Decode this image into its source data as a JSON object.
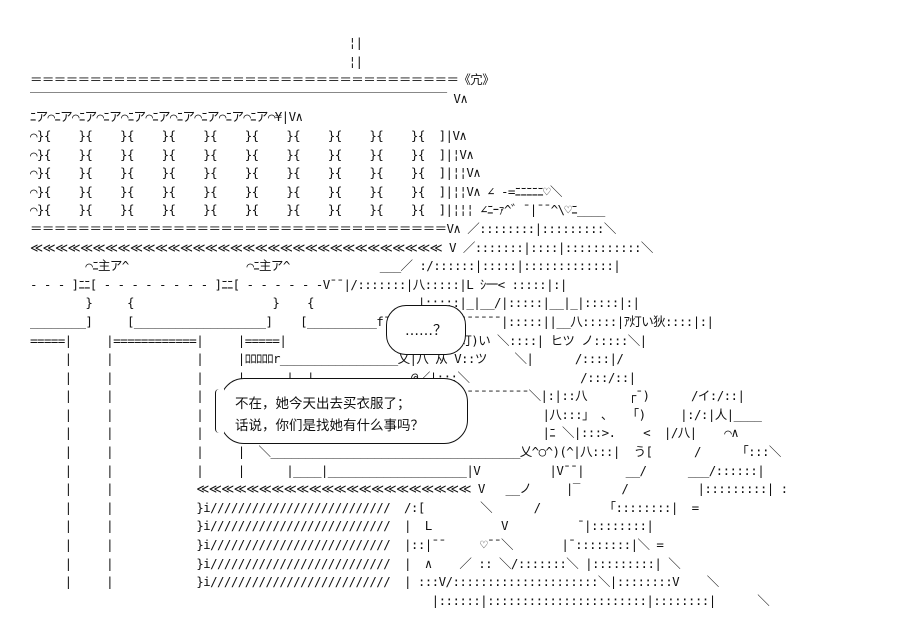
{
  "art": {
    "lines": [
      "                                              ¦|",
      "                                              ¦|",
      "＝＝＝＝＝＝＝＝＝＝＝＝＝＝＝＝＝＝＝＝＝＝＝＝＝＝＝＝＝＝＝＝＝＝＝＝《宂》",
      "￣￣￣￣￣￣￣￣￣￣￣￣￣￣￣￣￣￣￣￣￣￣￣￣￣￣￣￣￣￣￣￣￣￣￣ V∧",
      "ﾆア⌒ﾆア⌒ﾆア⌒ﾆア⌒ﾆア⌒ﾆア⌒ﾆア⌒ﾆア⌒ﾆア⌒ﾆア⌒¥|V∧",
      "⌒}{    }{    }{    }{    }{    }{    }{    }{    }{    }{  ]|V∧",
      "⌒}{    }{    }{    }{    }{    }{    }{    }{    }{    }{  ]|¦V∧",
      "⌒}{    }{    }{    }{    }{    }{    }{    }{    }{    }{  ]|¦¦V∧",
      "⌒}{    }{    }{    }{    }{    }{    }{    }{    }{    }{  ]|¦¦V∧ ∠ -=ﾆﾆﾆﾆﾆ♡＼",
      "⌒}{    }{    }{    }{    }{    }{    }{    }{    }{    }{  ]|¦¦¦ ∠ﾆｰｧ^゛¯|¯¯^\\♡ﾆ____",
      "＝＝＝＝＝＝＝＝＝＝＝＝＝＝＝＝＝＝＝＝＝＝＝＝＝＝＝＝＝＝＝＝＝＝＝V∧ ／::::::::|:::::::::＼",
      "≪≪≪≪≪≪≪≪≪≪≪≪≪≪≪≪≪≪≪≪≪≪≪≪≪≪≪≪≪≪≪≪≪ V ／:::::::|::::|:::::::::::＼",
      "        ⌒ﾆ主ア^                 ⌒ﾆ主ア^             ___／ :/::::::|:::::|:::::::::::::|",
      "- - - ]ﾆﾆ[ - - - - - - - - ]ﾆﾆ[ - - - - - -V¯¯|/:::::::|八:::::|L ｼ一< :::::|:|",
      "        }     {                    }    {               |:::::|_|__/|:::::|__|_|:::::|:|",
      "________]     [___________________]    [__________f¯¯¯¯¯¯¯¯¯¯¯¯¯¯¯¯¯|:::::||__八:::::|ｱ灯い狄::::|:|",
      "=====|     |============|     |=====|                 |::|::::灯)い ＼::::| ヒツ ノ:::::＼|",
      "     |     |            |     |ﾛﾛﾛﾛﾛr_________________乂|八 从 V::ツ    ＼|      /::::|/",
      "     |     |            |     |      |__|              @／|:::＼                /:::/::|",
      "     |     |            |     |  f¯¯¯¯¯¯¯¯¯¯¯¯¯¯¯¯¯¯¯¯¯¯¯¯¯¯¯¯¯¯¯¯¯¯¯¯¯¯＼|:|::八      ┌¯)      /イ:/::|",
      "     |     |            |     |                                           |八:::」 、  「)     |:/:|人|____",
      "     |     |            |     |                                           |ﾆ ＼|:::>.    <  |/八|    ⌒∧",
      "     |     |            |     |  ＼____________________________________乂^○^)(^|八:::|  う[      /      ｢:::＼",
      "     |     |            |     |      |____|____________________|V          |V¯¯|      __/      ___/::::::|",
      "     |     |            ≪≪≪≪≪≪≪≪≪≪≪≪≪≪≪≪≪≪≪≪≪≪ V   __ノ     |‾      /          |:::::::::| :",
      "     |     |            }i//////////////////////////  /:[        ＼      /          ｢::::::::|  =",
      "     |     |            }i//////////////////////////  |  L          V          ¯|::::::::|",
      "     |     |            }i//////////////////////////  |::|¯¯     ♡¯¯＼       |¯::::::::|＼ =",
      "     |     |            }i//////////////////////////  |  ∧    ／ :: ＼/:::::::＼ |:::::::::| ＼",
      "     |     |            }i//////////////////////////  | :::V/:::::::::::::::::::::＼|::::::::V    ＼",
      "                                                          |::::::|:::::::::::::::::::::::|::::::::|      ＼"
    ]
  },
  "bubbles": {
    "small": {
      "text": "……？"
    },
    "large": {
      "line1": "不在，她今天出去买衣服了；",
      "line2": "话说，你们是找她有什么事吗？"
    }
  }
}
